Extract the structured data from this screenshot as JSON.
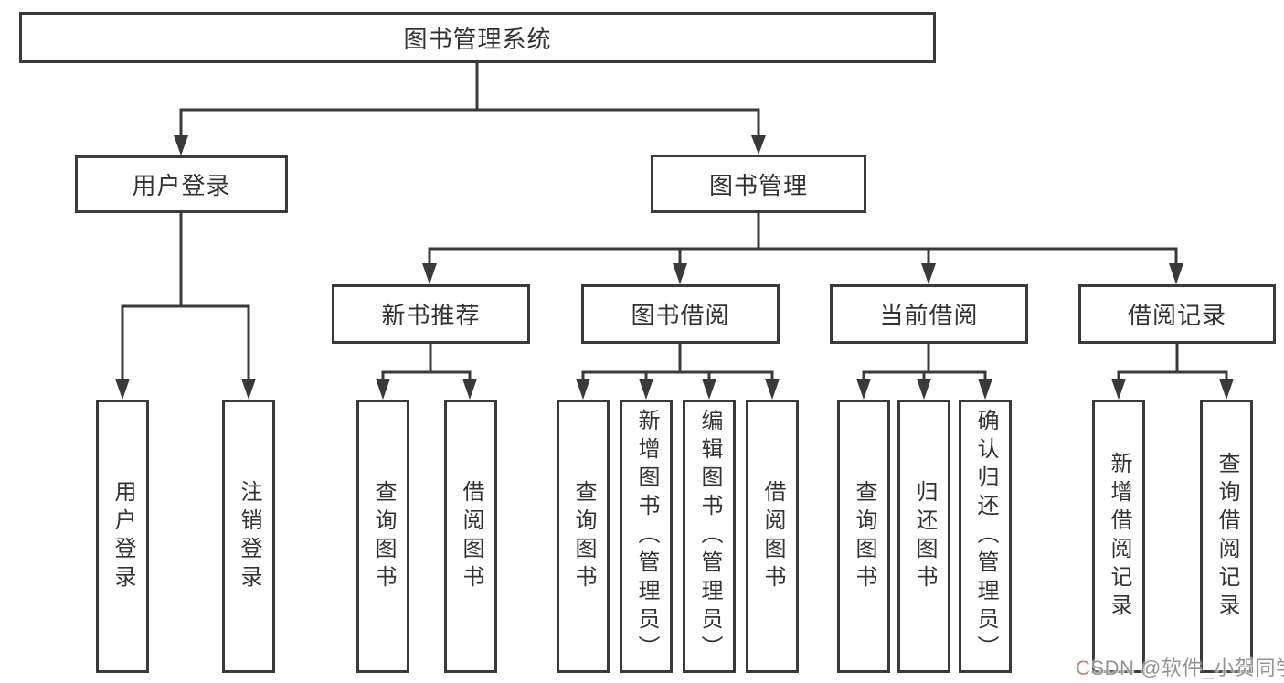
{
  "diagram_title": "图书管理系统",
  "colors": {
    "line": "#3a3a3a",
    "box_border": "#3a3a3a",
    "text": "#333333",
    "background": "#ffffff",
    "watermark_text": "#949494"
  },
  "tree": {
    "label": "图书管理系统",
    "children": [
      {
        "label": "用户登录",
        "children": [
          {
            "label": "用户登录"
          },
          {
            "label": "注销登录"
          }
        ]
      },
      {
        "label": "图书管理",
        "children": [
          {
            "label": "新书推荐",
            "children": [
              {
                "label": "查询图书"
              },
              {
                "label": "借阅图书"
              }
            ]
          },
          {
            "label": "图书借阅",
            "children": [
              {
                "label": "查询图书"
              },
              {
                "label": "新增图书（管理员）"
              },
              {
                "label": "编辑图书（管理员）"
              },
              {
                "label": "借阅图书"
              }
            ]
          },
          {
            "label": "当前借阅",
            "children": [
              {
                "label": "查询图书"
              },
              {
                "label": "归还图书"
              },
              {
                "label": "确认归还（管理员）"
              }
            ]
          },
          {
            "label": "借阅记录",
            "children": [
              {
                "label": "新增借阅记录"
              },
              {
                "label": "查询借阅记录"
              }
            ]
          }
        ]
      }
    ]
  },
  "watermark": {
    "text": "CSDN @软件_小贺同学"
  }
}
